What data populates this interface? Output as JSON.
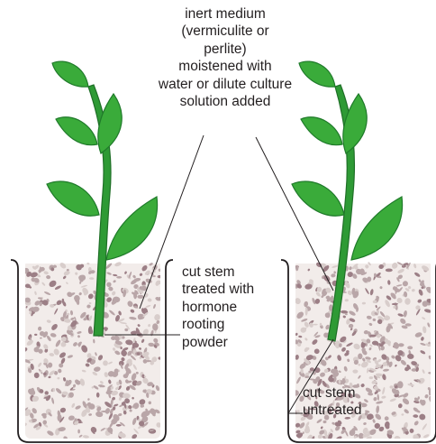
{
  "labels": {
    "medium": [
      "inert medium",
      "(vermiculite or",
      "perlite)",
      "moistened with",
      "water or dilute culture",
      "solution added"
    ],
    "treated": [
      "cut stem",
      "treated with",
      "hormone",
      "rooting",
      "powder"
    ],
    "untreated": [
      "cut stem",
      "untreated"
    ]
  },
  "colors": {
    "leaf": "#3aab3a",
    "leaf_dark": "#1f7a2a",
    "stem": "#2e9a35",
    "beaker_outline": "#231f20",
    "medium_dark": "#9c7f86",
    "medium_mid": "#b9a6a8",
    "medium_light": "#d8cdcb",
    "leader_line": "#231f20"
  }
}
